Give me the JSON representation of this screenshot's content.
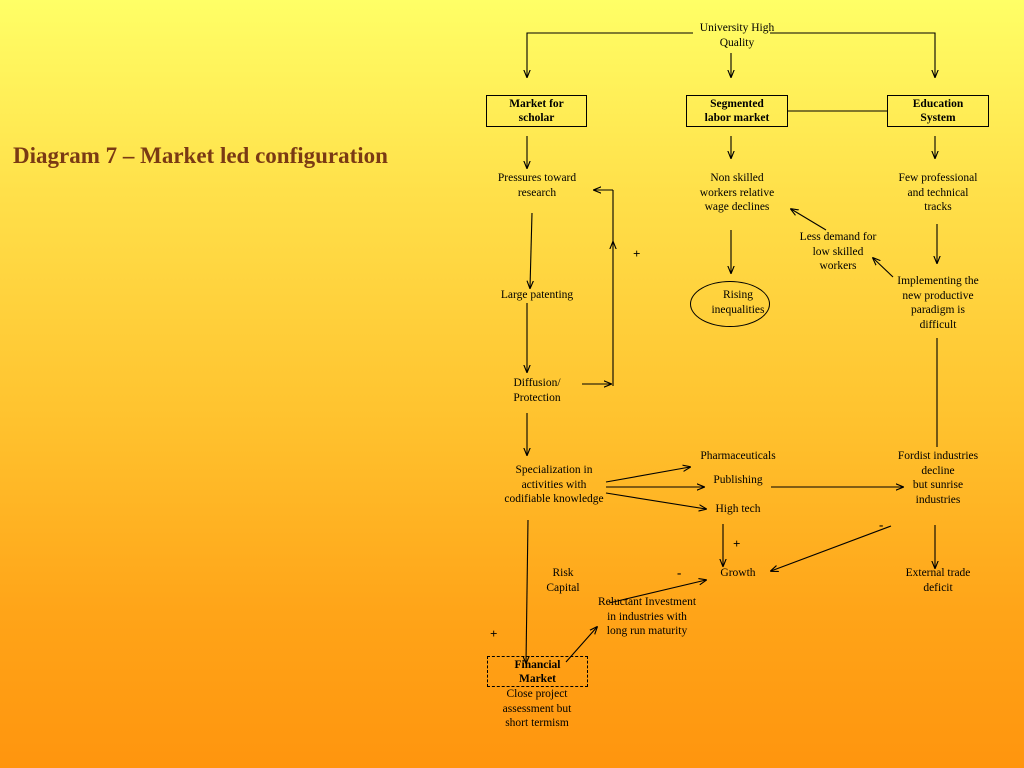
{
  "title": "Diagram  7 – Market led configuration",
  "nodes": {
    "university": "University  High\nQuality",
    "market_scholar": "Market for\nscholar",
    "segmented_labor": "Segmented\nlabor market",
    "education_system": "Education\nSystem",
    "pressures": "Pressures toward\nresearch",
    "non_skilled": "Non skilled\nworkers relative\nwage declines",
    "few_professional": "Few professional\nand technical\ntracks",
    "less_demand": "Less demand for\nlow skilled\nworkers",
    "large_patenting": "Large patenting",
    "rising_inequalities": "Rising\ninequalities",
    "implementing": "Implementing the\nnew productive\nparadigm is\ndifficult",
    "diffusion": "Diffusion/\nProtection",
    "pharmaceuticals": "Pharmaceuticals",
    "publishing": "Publishing",
    "high_tech": "High tech",
    "fordist": "Fordist industries\ndecline\nbut sunrise\nindustries",
    "specialization": "Specialization in\nactivities with\ncodifiable knowledge",
    "risk_capital": "Risk\nCapital",
    "growth": "Growth",
    "external_trade": "External trade\ndeficit",
    "reluctant": "Reluctant Investment\nin industries with\nlong run maturity",
    "financial_market": "Financial\nMarket",
    "close_project": "Close project\nassessment but\nshort termism"
  },
  "signs": {
    "feedback_plus": "+",
    "growth_plus": "+",
    "fordist_minus": "-",
    "reluctant_minus": "-",
    "financial_plus": "+"
  }
}
